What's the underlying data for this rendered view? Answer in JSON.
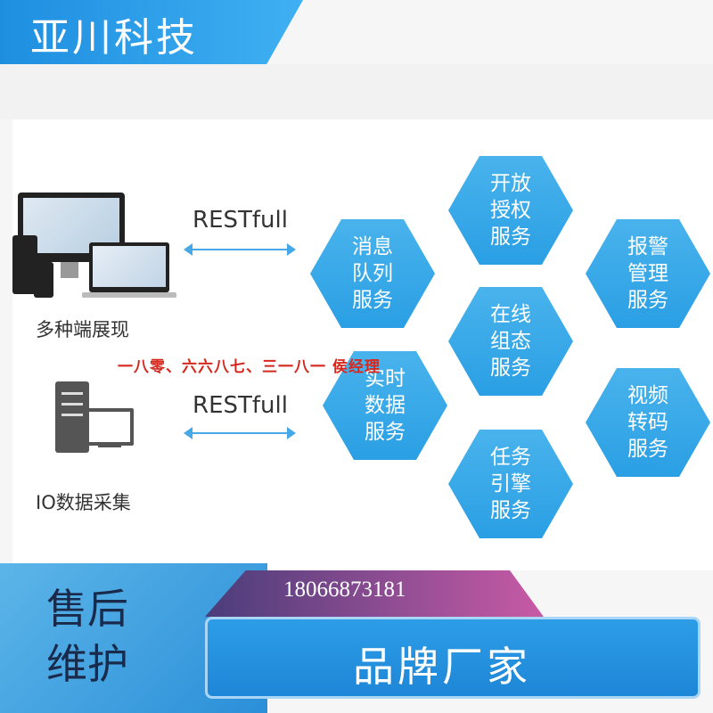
{
  "header": {
    "company": "亚川科技"
  },
  "diagram": {
    "protocol_top": "RESTfull",
    "protocol_bottom": "RESTfull",
    "left_top_label": "多种端展现",
    "left_bottom_label": "IO数据采集",
    "overlay_text": "一八零、六六八七、三一八一 侯经理",
    "services": [
      {
        "text": "开放\n授权\n服务"
      },
      {
        "text": "消息\n队列\n服务"
      },
      {
        "text": "报警\n管理\n服务"
      },
      {
        "text": "在线\n组态\n服务"
      },
      {
        "text": "实时\n数据\n服务"
      },
      {
        "text": "视频\n转码\n服务"
      },
      {
        "text": "任务\n引擎\n服务"
      }
    ]
  },
  "footer": {
    "service_label": "售后\n维护",
    "phone": "18066873181",
    "brand_label": "品牌厂家"
  },
  "colors": {
    "accent": "#2a9fe4",
    "red": "#d5281f"
  }
}
